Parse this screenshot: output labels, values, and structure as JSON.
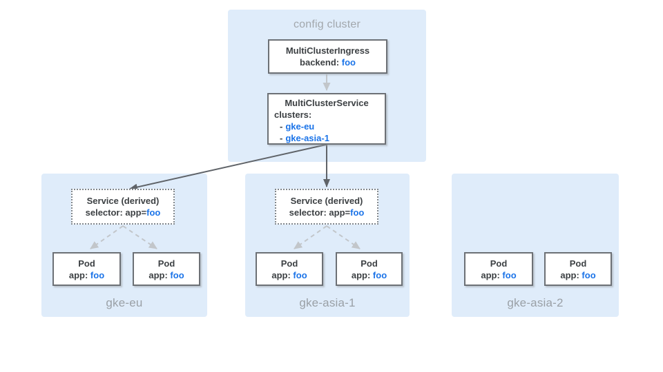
{
  "colors": {
    "cluster_bg": "#DFECFA",
    "node_bg": "#FFFFFF",
    "node_border": "#6C7075",
    "dotted_border": "#80868B",
    "accent_blue": "#1A73E8",
    "text_dark": "#3C4043",
    "label_gray": "#9AA0A6",
    "arrow_dark": "#5F6368",
    "arrow_light": "#C2C6CA"
  },
  "config_cluster": {
    "label": "config cluster",
    "ingress": {
      "title": "MultiClusterIngress",
      "backend_label": "backend:",
      "backend_value": "foo"
    },
    "service": {
      "title": "MultiClusterService",
      "clusters_label": "clusters:",
      "bullet": "-",
      "items": [
        "gke-eu",
        "gke-asia-1"
      ]
    }
  },
  "clusters": [
    {
      "name": "gke-eu",
      "service": {
        "title": "Service (derived)",
        "selector_label": "selector: app=",
        "selector_value": "foo"
      },
      "pods": [
        {
          "title": "Pod",
          "app_label": "app:",
          "app_value": "foo"
        },
        {
          "title": "Pod",
          "app_label": "app:",
          "app_value": "foo"
        }
      ]
    },
    {
      "name": "gke-asia-1",
      "service": {
        "title": "Service (derived)",
        "selector_label": "selector: app=",
        "selector_value": "foo"
      },
      "pods": [
        {
          "title": "Pod",
          "app_label": "app:",
          "app_value": "foo"
        },
        {
          "title": "Pod",
          "app_label": "app:",
          "app_value": "foo"
        }
      ]
    },
    {
      "name": "gke-asia-2",
      "pods": [
        {
          "title": "Pod",
          "app_label": "app:",
          "app_value": "foo"
        },
        {
          "title": "Pod",
          "app_label": "app:",
          "app_value": "foo"
        }
      ]
    }
  ]
}
